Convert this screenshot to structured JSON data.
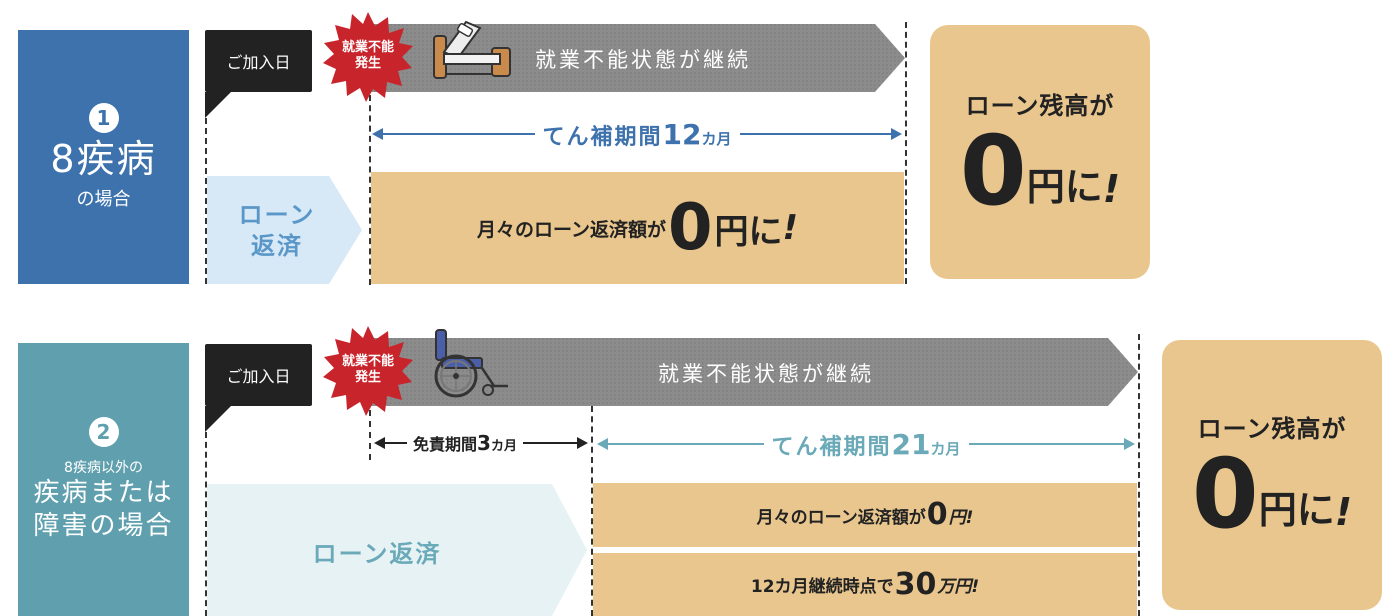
{
  "case1": {
    "number": "1",
    "title": "8疾病",
    "subtitle": "の場合",
    "join_label": "ご加入日",
    "incident_label": [
      "就業不能",
      "発生"
    ],
    "band_text": "就業不能状態が継続",
    "period_text": "てん補期間",
    "period_num": "12",
    "period_unit": "カ月",
    "loan_label": [
      "ローン",
      "返済"
    ],
    "monthly_prefix": "月々のローン返済額が",
    "monthly_zero": "0",
    "monthly_suffix": "円に",
    "monthly_excl": "!",
    "result_top": "ローン残高が",
    "result_zero": "0",
    "result_suffix": "円に",
    "result_excl": "!",
    "icon": "bed-icon"
  },
  "case2": {
    "number": "2",
    "title_small": "8疾病以外の",
    "title_line1": "疾病または",
    "title_line2": "障害の場合",
    "join_label": "ご加入日",
    "incident_label": [
      "就業不能",
      "発生"
    ],
    "band_text": "就業不能状態が継続",
    "exempt_text": "免責期間",
    "exempt_num": "3",
    "exempt_unit": "カ月",
    "period_text": "てん補期間",
    "period_num": "21",
    "period_unit": "カ月",
    "loan_label": "ローン返済",
    "monthly_prefix": "月々のローン返済額が",
    "monthly_zero": "0",
    "monthly_suffix": "円!",
    "lump_prefix": "12カ月継続時点で",
    "lump_num": "30",
    "lump_suffix": "万円!",
    "result_top": "ローン残高が",
    "result_zero": "0",
    "result_suffix": "円に",
    "result_excl": "!",
    "icon": "wheelchair-icon"
  },
  "colors": {
    "case1_blue": "#3e72ad",
    "case2_teal": "#5f9fae",
    "tan": "#e8c68e",
    "band_gray": "#8c8c8c",
    "burst_red": "#c8242b",
    "arrow1_blue": "#3e72ad",
    "arrow2_teal": "#6aa9b8",
    "loan1_bg": "#d7e8f6",
    "loan2_bg": "#e6f2f4"
  }
}
